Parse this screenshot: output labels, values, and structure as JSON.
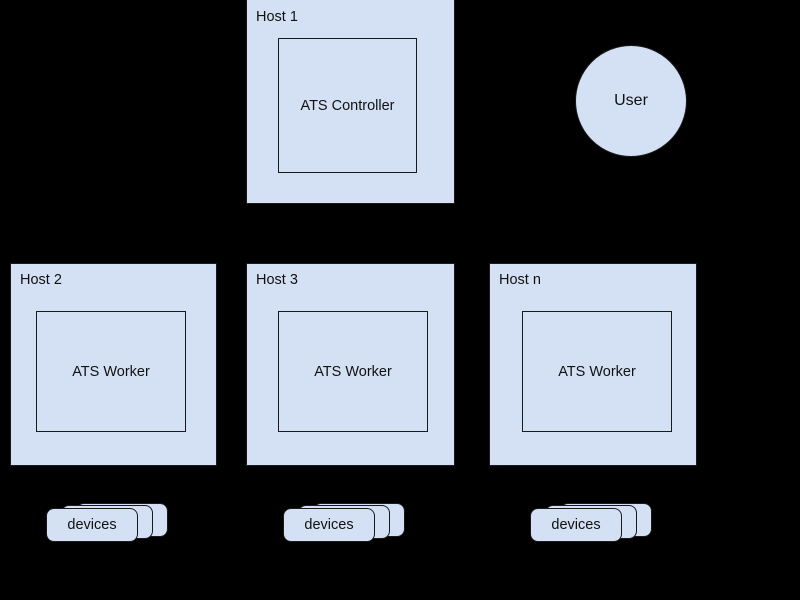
{
  "diagram": {
    "background_color": "#000000",
    "node_fill_color": "#d4e1f5",
    "node_stroke_color": "#1a1a1a",
    "text_color": "#111111",
    "hosts": [
      {
        "id": "host-1",
        "label": "Host 1",
        "component": "ATS Controller",
        "has_devices": false,
        "devices_label": ""
      },
      {
        "id": "host-2",
        "label": "Host 2",
        "component": "ATS Worker",
        "has_devices": true,
        "devices_label": "devices"
      },
      {
        "id": "host-3",
        "label": "Host 3",
        "component": "ATS Worker",
        "has_devices": true,
        "devices_label": "devices"
      },
      {
        "id": "host-n",
        "label": "Host n",
        "component": "ATS Worker",
        "has_devices": true,
        "devices_label": "devices"
      }
    ],
    "actor": {
      "id": "user",
      "label": "User",
      "shape": "circle"
    }
  }
}
